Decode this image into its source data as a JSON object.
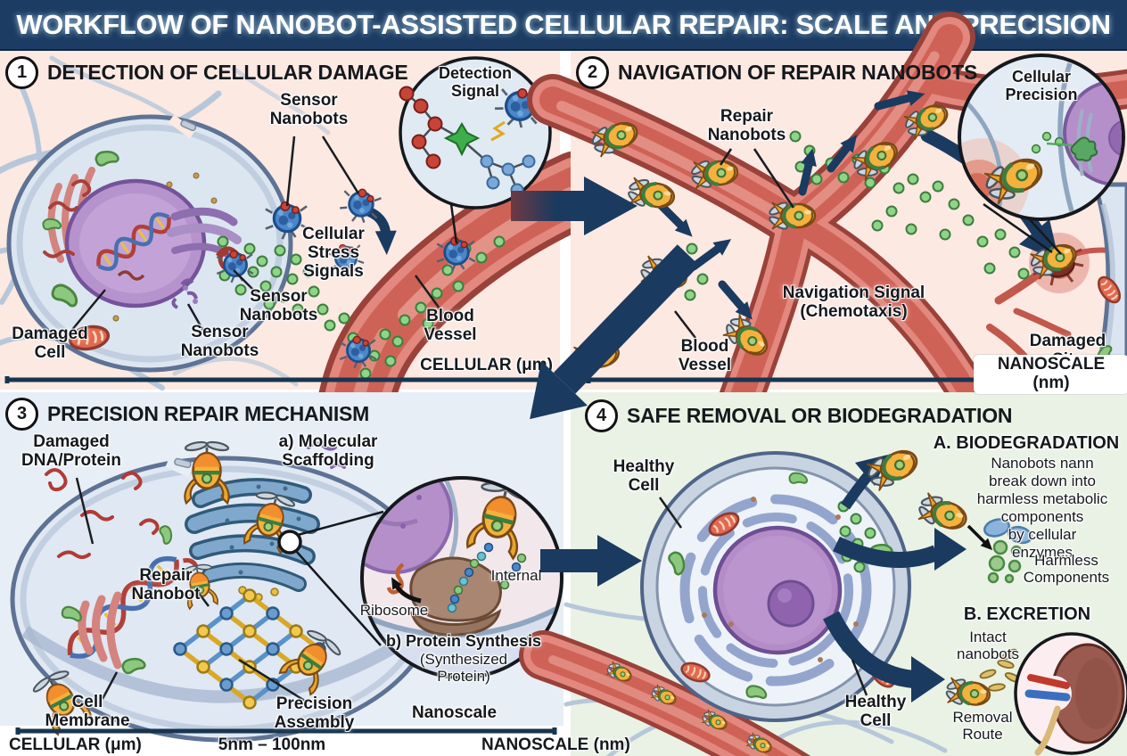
{
  "title": "WORKFLOW OF NANOBOT-ASSISTED CELLULAR REPAIR: SCALE AND PRECISION",
  "colors": {
    "title_bar_navy": "#1c3c63",
    "arrow_navy": "#1b3a5f",
    "panel_pink": "#fbe9e2",
    "panel_blue": "#e7eef6",
    "panel_green": "#eaf2e5",
    "vessel_red": "#cf6257",
    "nanobot_orange": "#f4b13c",
    "sensor_bot_blue": "#4a86c8",
    "signal_green": "#8ed489",
    "cell_membrane_blue": "#5e7294",
    "nucleus_purple": "#b48cc8"
  },
  "panels": {
    "p1": {
      "number": "1",
      "title": "DETECTION OF CELLULAR DAMAGE",
      "inset_caption": "Detection\nSignal",
      "scale_label": "CELLULAR (μm)",
      "labels": {
        "sensor_nanobots_top": "Sensor\nNanobots",
        "cellular_stress_signals": "Cellular\nStress\nSignals",
        "sensor_nanobots_mid": "Sensor\nNanobots",
        "sensor_nanobots_bottom": "Sensor\nNanobots",
        "damaged_cell": "Damaged\nCell",
        "blood_vessel": "Blood\nVessel"
      }
    },
    "p2": {
      "number": "2",
      "title": "NAVIGATION OF REPAIR NANOBOTS",
      "inset_caption": "Cellular\nPrecision",
      "scale_label": "NANOSCALE (nm)",
      "labels": {
        "repair_nanobots": "Repair\nNanobots",
        "navigation_signal": "Navigation Signal\n(Chemotaxis)",
        "blood_vessel": "Blood\nVessel",
        "damaged_site": "Damaged\nSite"
      }
    },
    "p3": {
      "number": "3",
      "title": "PRECISION REPAIR MECHANISM",
      "labels": {
        "damaged_dna_protein": "Damaged\nDNA/Protein",
        "molecular_scaffolding": "a) Molecular\nScaffolding",
        "repair_nanobot": "Repair\nNanobot",
        "cell_membrane": "Cell\nMembrane",
        "precision_assembly": "Precision\nAssembly",
        "internal": "Internal",
        "ribosome": "Ribosome",
        "protein_synthesis": "b) Protein Synthesis",
        "synthesized_protein": "(Synthesized\nProtein)",
        "nanoscale_caption": "Nanoscale"
      },
      "scale": {
        "left": "CELLULAR (μm)",
        "mid": "5nm – 100nm",
        "right": "NANOSCALE (nm)"
      }
    },
    "p4": {
      "number": "4",
      "title": "SAFE REMOVAL OR BIODEGRADATION",
      "labels": {
        "healthy_cell_top": "Healthy\nCell",
        "biodegradation_title": "A. BIODEGRADATION",
        "biodegradation_text": "Nanobots nann\nbreak down into\nharmless metabolic\ncomponents\nby cellular\nenzymes",
        "harmless_components": "Harmless\nComponents",
        "excretion_title": "B. EXCRETION",
        "intact_nanobots": "Intact\nnanobots",
        "removal_route": "Removal\nRoute",
        "healthy_cell_bottom": "Healthy\nCell"
      }
    }
  }
}
